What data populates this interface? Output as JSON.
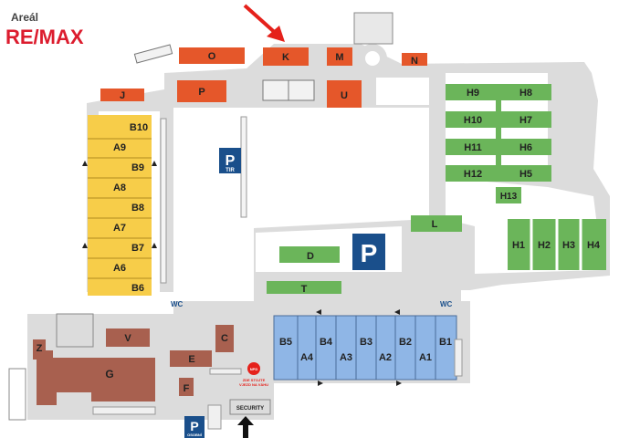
{
  "logo": {
    "top": "Areál",
    "main": "RE/MAX"
  },
  "colors": {
    "road": "#dcdcdc",
    "orange": "#e5572a",
    "green": "#6bb55a",
    "yellow": "#f7cd49",
    "blue": "#8fb6e6",
    "brown": "#a8604f",
    "parking": "#1a4f8b",
    "arrow": "#e5211b"
  },
  "buildings": {
    "O": "O",
    "K": "K",
    "M": "M",
    "N": "N",
    "J": "J",
    "P": "P",
    "U": "U",
    "H9": "H9",
    "H8": "H8",
    "H10": "H10",
    "H7": "H7",
    "H11": "H11",
    "H6": "H6",
    "H12": "H12",
    "H5": "H5",
    "H13": "H13",
    "L": "L",
    "H1": "H1",
    "H2": "H2",
    "H3": "H3",
    "H4": "H4",
    "D": "D",
    "T": "T",
    "B10": "B10",
    "A9": "A9",
    "B9": "B9",
    "A8": "A8",
    "B8": "B8",
    "A7": "A7",
    "B7": "B7",
    "A6": "A6",
    "B6": "B6",
    "B5": "B5",
    "A4": "A4",
    "B4": "B4",
    "A3": "A3",
    "B3": "B3",
    "A2": "A2",
    "B2": "B2",
    "A1": "A1",
    "B1": "B1",
    "V": "V",
    "C": "C",
    "Z": "Z",
    "E": "E",
    "G": "G",
    "F": "F"
  },
  "labels": {
    "wc": "WC",
    "parking": "P",
    "tir": "TIR",
    "security": "SECURITY",
    "osobni": "OSOBNÍ",
    "no_entry": "NPD",
    "notice1": "ZDE STOJTE",
    "notice2": "VJEZD NA VÁHU"
  }
}
